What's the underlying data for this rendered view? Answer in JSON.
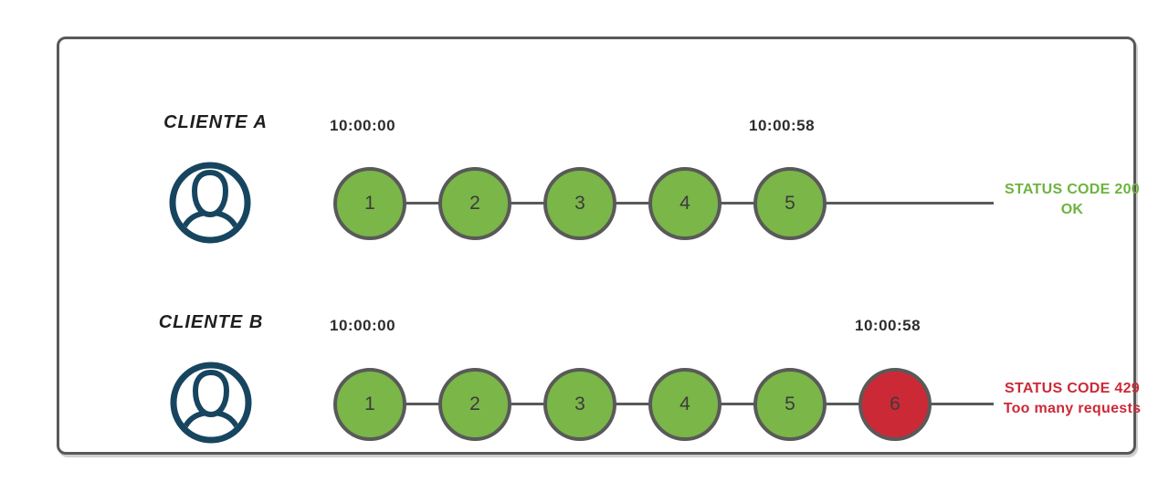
{
  "colors": {
    "green": "#7ab648",
    "red": "#cc2936",
    "stroke": "#595959",
    "navy": "#17455f",
    "status_ok": "#6db33f",
    "status_error": "#cc2936"
  },
  "rows": [
    {
      "client": "CLIENTE A",
      "start_time": "10:00:00",
      "end_time": "10:00:58",
      "requests": [
        {
          "label": "1",
          "status": "ok"
        },
        {
          "label": "2",
          "status": "ok"
        },
        {
          "label": "3",
          "status": "ok"
        },
        {
          "label": "4",
          "status": "ok"
        },
        {
          "label": "5",
          "status": "ok"
        }
      ],
      "status": {
        "line1": "STATUS CODE 200",
        "line2": "OK"
      }
    },
    {
      "client": "CLIENTE B",
      "start_time": "10:00:00",
      "end_time": "10:00:58",
      "requests": [
        {
          "label": "1",
          "status": "ok"
        },
        {
          "label": "2",
          "status": "ok"
        },
        {
          "label": "3",
          "status": "ok"
        },
        {
          "label": "4",
          "status": "ok"
        },
        {
          "label": "5",
          "status": "ok"
        },
        {
          "label": "6",
          "status": "error"
        }
      ],
      "status": {
        "line1": "STATUS CODE 429",
        "line2": "Too many requests"
      }
    }
  ]
}
